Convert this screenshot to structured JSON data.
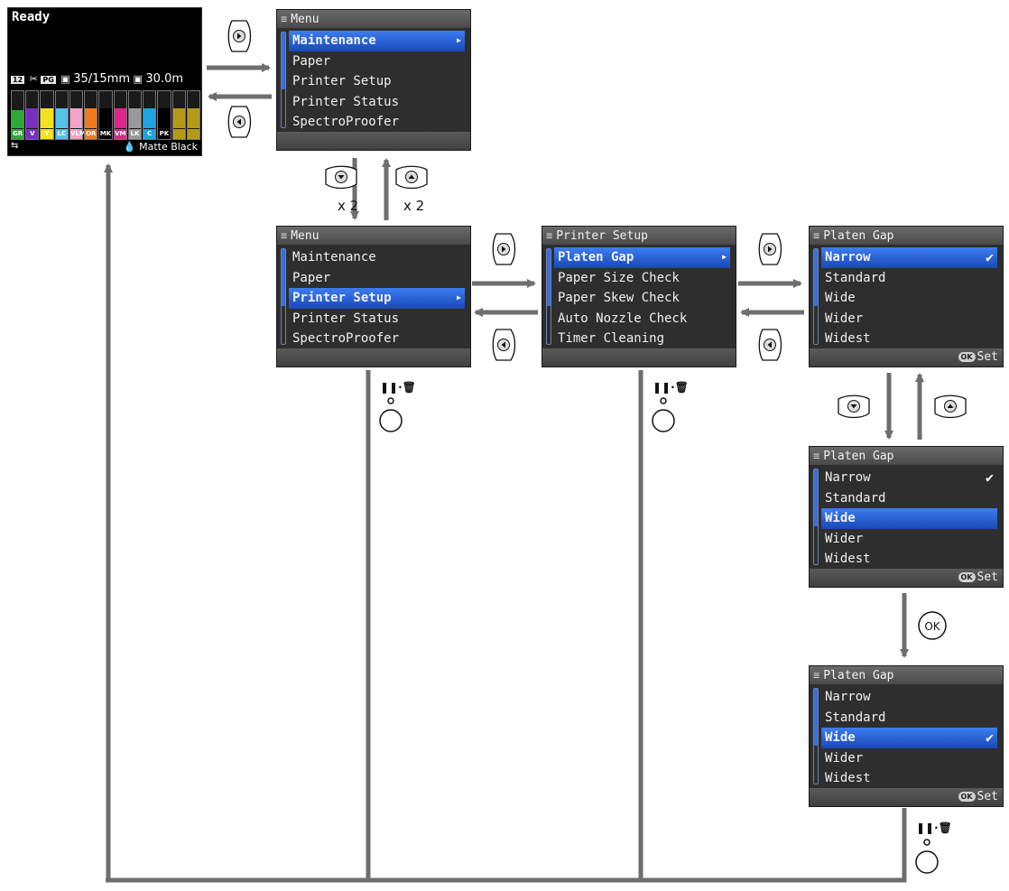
{
  "colors": {
    "accent_blue": "#2a62d8",
    "arrow_gray": "#6e6e6e",
    "lcd_background": "#2e2e2e"
  },
  "ready_screen": {
    "status": "Ready",
    "badge_number": "12",
    "pg_chip": "PG",
    "margin_value": "35/15mm",
    "roll_value": "30.0m",
    "inks": [
      {
        "label": "GR",
        "color": "#2eaa3a",
        "level": 0.55
      },
      {
        "label": "V",
        "color": "#7a2fc0",
        "level": 0.6
      },
      {
        "label": "Y",
        "color": "#f4e31c",
        "level": 0.6
      },
      {
        "label": "LC",
        "color": "#56c2ea",
        "level": 0.6
      },
      {
        "label": "VLM",
        "color": "#f2a3c8",
        "level": 0.6
      },
      {
        "label": "OR",
        "color": "#f07a1c",
        "level": 0.6
      },
      {
        "label": "MK",
        "color": "#000000",
        "level": 0.6
      },
      {
        "label": "VM",
        "color": "#e0248a",
        "level": 0.6
      },
      {
        "label": "LK",
        "color": "#9a9a9a",
        "level": 0.6
      },
      {
        "label": "C",
        "color": "#1ea3e0",
        "level": 0.6
      },
      {
        "label": "PK",
        "color": "#000000",
        "level": 0.6
      },
      {
        "label": "",
        "color": "#b59a1a",
        "level": 0.6
      },
      {
        "label": "",
        "color": "#b59a1a",
        "level": 0.6
      }
    ],
    "black_ink": "Matte Black"
  },
  "screens": {
    "menu_top": {
      "title": "Menu",
      "items": [
        "Maintenance",
        "Paper",
        "Printer Setup",
        "Printer Status",
        "SpectroProofer"
      ],
      "selected": 0
    },
    "menu_printer_setup": {
      "title": "Menu",
      "items": [
        "Maintenance",
        "Paper",
        "Printer Setup",
        "Printer Status",
        "SpectroProofer"
      ],
      "selected": 2
    },
    "printer_setup": {
      "title": "Printer Setup",
      "items": [
        "Platen Gap",
        "Paper Size Check",
        "Paper Skew Check",
        "Auto Nozzle Check",
        "Timer Cleaning"
      ],
      "selected": 0
    },
    "platen_gap_1": {
      "title": "Platen Gap",
      "items": [
        "Narrow",
        "Standard",
        "Wide",
        "Wider",
        "Widest"
      ],
      "selected": 0,
      "checked": 0,
      "footer": "Set"
    },
    "platen_gap_2": {
      "title": "Platen Gap",
      "items": [
        "Narrow",
        "Standard",
        "Wide",
        "Wider",
        "Widest"
      ],
      "selected": 2,
      "checked": 0,
      "footer": "Set"
    },
    "platen_gap_3": {
      "title": "Platen Gap",
      "items": [
        "Narrow",
        "Standard",
        "Wide",
        "Wider",
        "Widest"
      ],
      "selected": 2,
      "checked": 2,
      "footer": "Set"
    }
  },
  "labels": {
    "down_x2": "x 2",
    "up_x2": "x 2",
    "ok_button": "OK",
    "ok_badge": "OK"
  }
}
